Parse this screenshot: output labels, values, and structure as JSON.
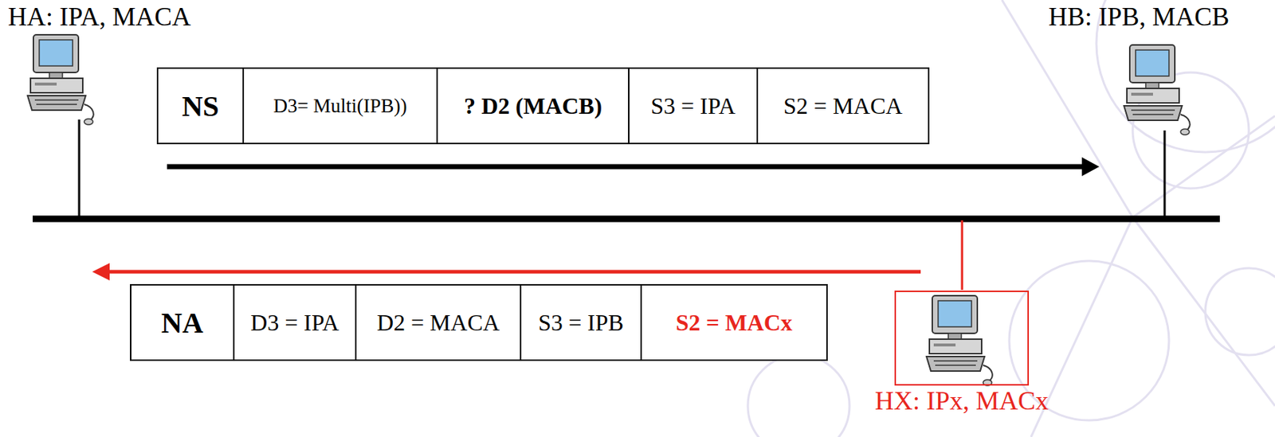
{
  "diagram": {
    "nodes": [
      {
        "text": [
          "NS"
        ]
      },
      {
        "text": [
          "D3= Multi(IPB))"
        ]
      },
      {
        "text": [
          "? D2 (MACB)"
        ]
      },
      {
        "text": [
          "S3 = IPA"
        ]
      },
      {
        "text": [
          "S2 = MACA"
        ]
      },
      {
        "text": [
          "NA"
        ]
      },
      {
        "text": [
          "D3 = IPA"
        ]
      },
      {
        "text": [
          "D2 = MACA"
        ]
      },
      {
        "text": [
          "S3 = IPB"
        ]
      },
      {
        "text": [
          "S2 = MACx"
        ]
      },
      {
        "text": [
          "HX: IPx, MACx"
        ]
      }
    ],
    "labels": [
      "HA: IPA, MACA",
      "HB: IPB, MACB"
    ]
  }
}
